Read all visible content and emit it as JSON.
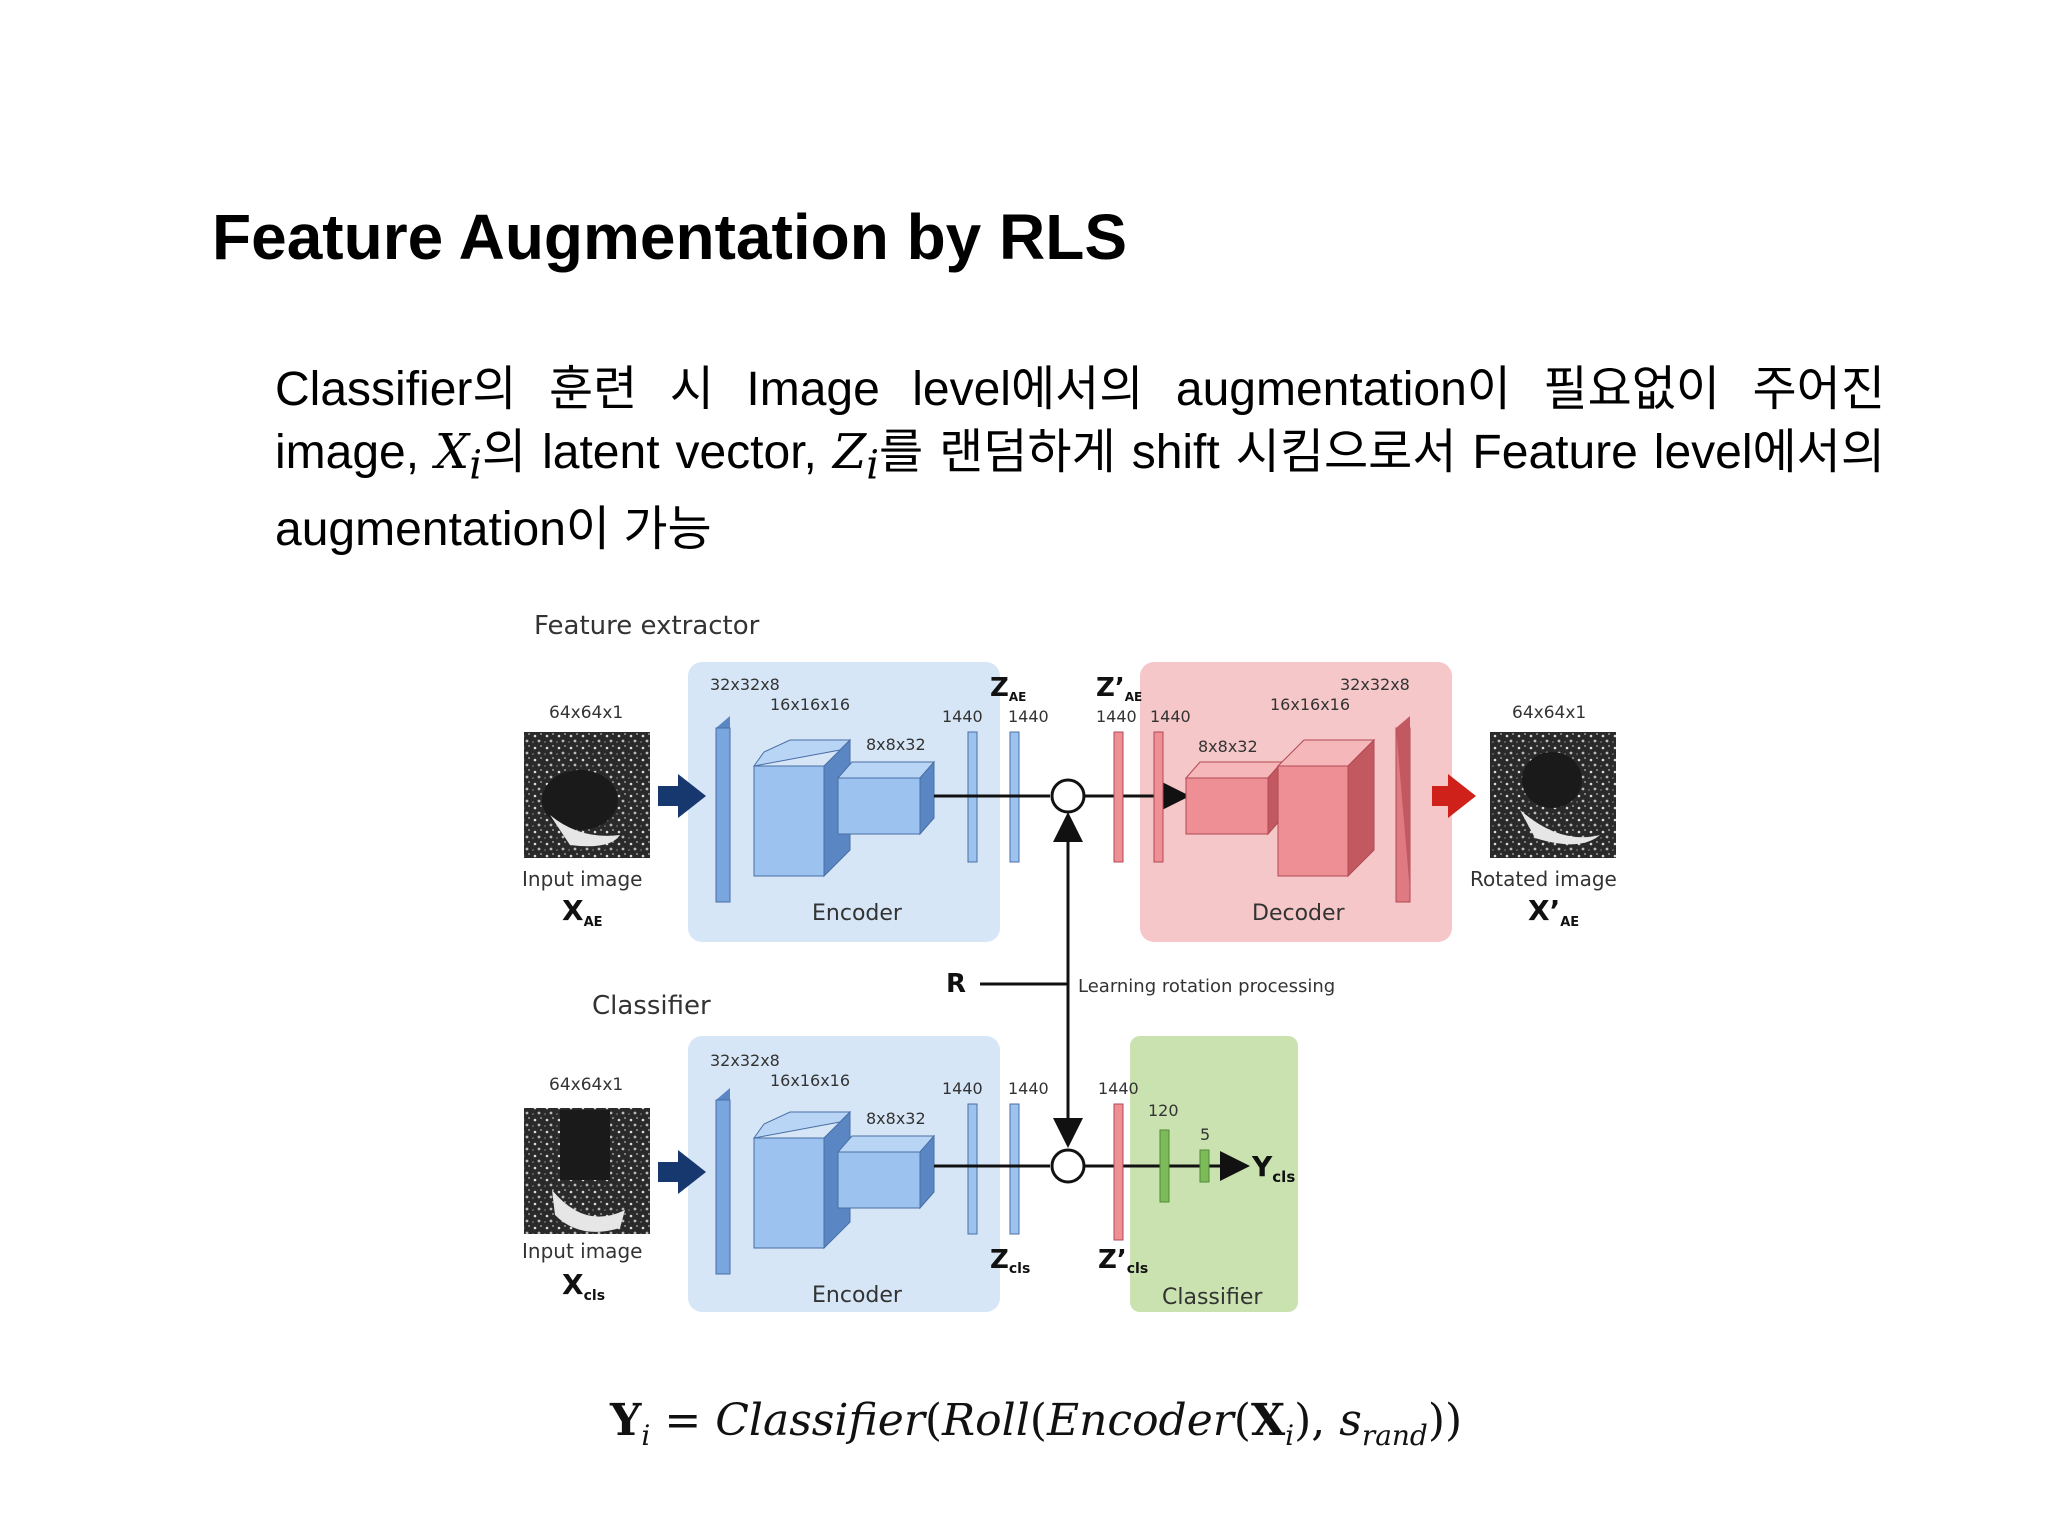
{
  "slide": {
    "title": "Feature Augmentation by RLS",
    "body": {
      "t1": "Classifier의 훈련 시 Image level에서의 augmentation이 필요없이 주어진 image, ",
      "x_var": "X",
      "x_sub": "i",
      "t2": "의 latent vector, ",
      "z_var": "Z",
      "z_sub": "i",
      "t3": "를 랜덤하게 shift 시킴으로서 Feature level에서의 augmentation이 가능"
    }
  },
  "diagram": {
    "section_feature_extractor": "Feature extractor",
    "section_classifier": "Classifier",
    "top": {
      "input_size": "64x64x1",
      "input_label": "Input image",
      "input_var": "X",
      "input_sub": "AE",
      "enc_l1": "32x32x8",
      "enc_l2": "16x16x16",
      "enc_l3": "8x8x32",
      "fc_a": "1440",
      "fc_b": "1440",
      "z_var": "Z",
      "z_sub": "AE",
      "zp_var": "Z’",
      "zp_sub": "AE",
      "dfc_a": "1440",
      "dfc_b": "1440",
      "dec_l1": "32x32x8",
      "dec_l2": "16x16x16",
      "dec_l3": "8x8x32",
      "encoder_label": "Encoder",
      "decoder_label": "Decoder",
      "output_size": "64x64x1",
      "output_label": "Rotated image",
      "output_var": "X’",
      "output_sub": "AE"
    },
    "middle": {
      "r_label": "R",
      "rotation_label": "Learning rotation processing"
    },
    "bottom": {
      "input_size": "64x64x1",
      "input_label": "Input image",
      "input_var": "X",
      "input_sub": "cls",
      "enc_l1": "32x32x8",
      "enc_l2": "16x16x16",
      "enc_l3": "8x8x32",
      "fc_a": "1440",
      "fc_b": "1440",
      "z_var": "Z",
      "z_sub": "cls",
      "zp_var": "Z’",
      "zp_sub": "cls",
      "cls_fc1": "1440",
      "cls_fc2": "120",
      "cls_fc3": "5",
      "y_var": "Y",
      "y_sub": "cls",
      "encoder_label": "Encoder",
      "classifier_label": "Classifier"
    }
  },
  "formula": {
    "y": "Y",
    "y_sub": "i",
    "eq": " = ",
    "classifier": "Classifier",
    "roll": "Roll",
    "encoder": "Encoder",
    "x": "X",
    "x_sub": "i",
    "s": "s",
    "s_sub": "rand"
  },
  "colors": {
    "encoder_bg": "#d6e6f7",
    "encoder_block": "#9cc3f0",
    "encoder_block_dark": "#5b86c4",
    "decoder_bg": "#f5c7c9",
    "decoder_block": "#ee8f95",
    "decoder_block_dark": "#c25961",
    "classifier_bg": "#c9e2b0",
    "classifier_fc": "#7dba5a",
    "arrow_blue": "#17386e",
    "arrow_red": "#d0201a"
  }
}
